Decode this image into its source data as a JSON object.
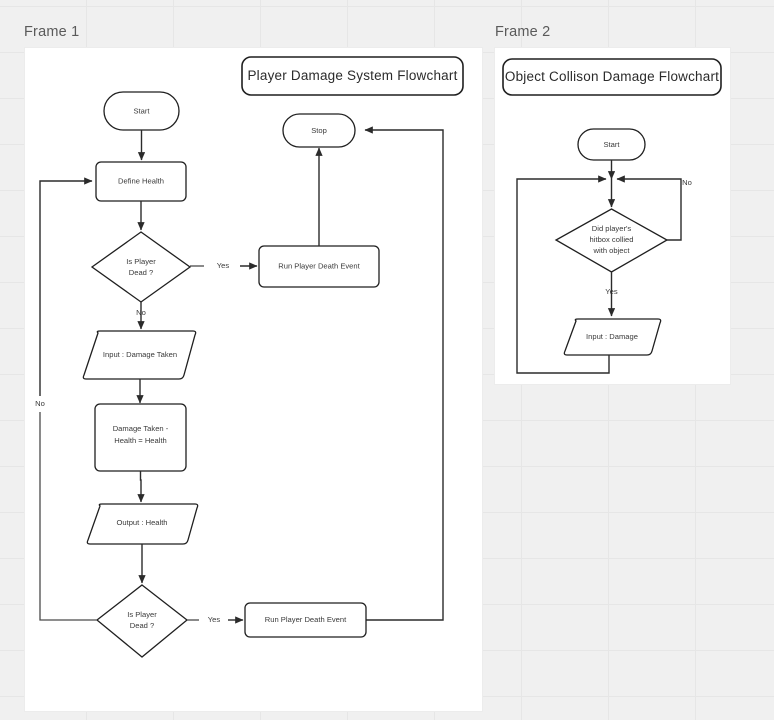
{
  "canvas": {
    "background_color": "#f0f0f0",
    "grid_line_color": "#e6e6e6",
    "panel_color": "#ffffff",
    "node_stroke_color": "#1f1f1f",
    "edge_stroke_color": "#4a4a4a",
    "text_color": "#3a3a3a"
  },
  "frames": [
    {
      "label": "Frame 1"
    },
    {
      "label": "Frame 2"
    }
  ],
  "frame1": {
    "title": "Player Damage System Flowchart",
    "nodes": {
      "start": "Start",
      "define_health": "Define Health",
      "decision1_line1": "Is Player",
      "decision1_line2": "Dead ?",
      "input_damage": "Input : Damage Taken",
      "process_damage_line1": "Damage Taken -",
      "process_damage_line2": "Health = Health",
      "output_health": "Output : Health",
      "decision2_line1": "Is Player",
      "decision2_line2": "Dead ?",
      "death_event_top": "Run Player Death Event",
      "death_event_bottom": "Run Player Death Event",
      "stop": "Stop"
    },
    "edge_labels": {
      "yes_top": "Yes",
      "no_top": "No",
      "no_loop": "No",
      "yes_bottom": "Yes"
    }
  },
  "frame2": {
    "title": "Object Collison Damage  Flowchart",
    "nodes": {
      "start": "Start",
      "decision_line1": "Did player's",
      "decision_line2": "hitbox collied",
      "decision_line3": "with object",
      "input_damage": "Input : Damage"
    },
    "edge_labels": {
      "no": "No",
      "yes": "Yes"
    }
  }
}
